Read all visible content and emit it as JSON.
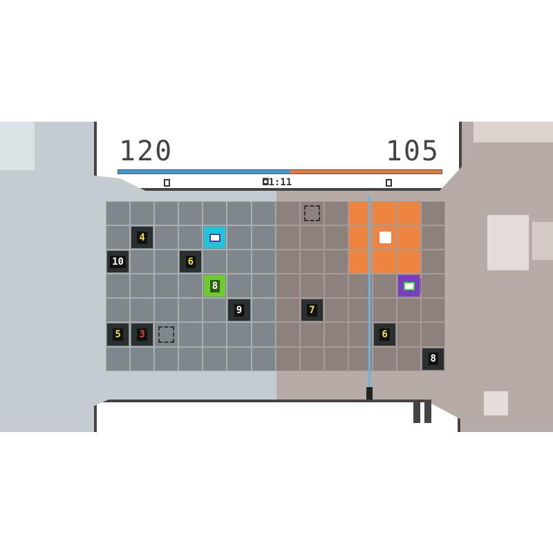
{
  "hud": {
    "left_score": "120",
    "right_score": "105",
    "timer": "1:11",
    "timer_icon": "stopwatch-icon",
    "left_count": "0",
    "right_count": "0",
    "balance_percent": 53
  },
  "colors": {
    "blue": "#3b9ad4",
    "orange": "#e07a3c",
    "yellow": "#f5e03a",
    "white": "#ffffff",
    "red": "#e8452a",
    "green": "#6ecb2e",
    "purple": "#7a3cc0"
  },
  "grid": {
    "cols": 14,
    "rows": 7,
    "orange_cells": [
      [
        10,
        0
      ],
      [
        11,
        0
      ],
      [
        12,
        0
      ],
      [
        10,
        1
      ],
      [
        11,
        1
      ],
      [
        12,
        1
      ],
      [
        10,
        2
      ],
      [
        11,
        2
      ],
      [
        12,
        2
      ]
    ],
    "number_tiles": [
      {
        "col": 1,
        "row": 1,
        "value": "4",
        "color": "yellow"
      },
      {
        "col": 0,
        "row": 2,
        "value": "10",
        "color": "white"
      },
      {
        "col": 3,
        "row": 2,
        "value": "6",
        "color": "yellow"
      },
      {
        "col": 5,
        "row": 4,
        "value": "9",
        "color": "white"
      },
      {
        "col": 0,
        "row": 5,
        "value": "5",
        "color": "yellow"
      },
      {
        "col": 1,
        "row": 5,
        "value": "3",
        "color": "red"
      },
      {
        "col": 8,
        "row": 4,
        "value": "7",
        "color": "yellow"
      },
      {
        "col": 11,
        "row": 5,
        "value": "6",
        "color": "yellow"
      },
      {
        "col": 13,
        "row": 6,
        "value": "8",
        "color": "white"
      }
    ],
    "green_tile": {
      "col": 4,
      "row": 3,
      "value": "8"
    },
    "targets": [
      [
        2,
        5
      ],
      [
        8,
        0
      ]
    ],
    "blue_player": {
      "col": 4,
      "row": 1
    },
    "purple_player": {
      "col": 12,
      "row": 3
    },
    "skull": {
      "col": 11,
      "row": 1
    }
  },
  "controls": {
    "pause_icon": "pause-icon"
  }
}
